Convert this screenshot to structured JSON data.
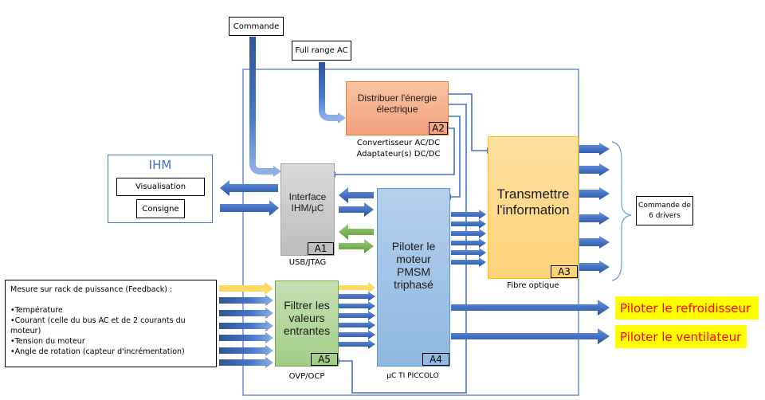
{
  "inputs": {
    "commande": "Commande",
    "full_range_ac": "Full range AC"
  },
  "ihm": {
    "title": "IHM",
    "visualisation": "Visualisation",
    "consigne": "Consigne"
  },
  "blocks": {
    "a1": {
      "label": "Interface IHM/µC",
      "id": "A1",
      "caption": "USB/JTAG",
      "color": "#c9c9c9"
    },
    "a2": {
      "label": "Distribuer l'énergie électrique",
      "id": "A2",
      "caption_line1": "Convertisseur AC/DC",
      "caption_line2": "Adaptateur(s) DC/DC",
      "color": "#f4b183"
    },
    "a3": {
      "label": "Transmettre l'information",
      "id": "A3",
      "caption": "Fibre optique",
      "color": "#ffd98a"
    },
    "a4": {
      "label": "Piloter le moteur PMSM triphasé",
      "id": "A4",
      "caption": "µC TI PICCOLO",
      "color": "#9dc3e6"
    },
    "a5": {
      "label": "Filtrer les valeurs entrantes",
      "id": "A5",
      "caption": "OVP/OCP",
      "color": "#a9d18e"
    }
  },
  "feedback": {
    "title": "Mesure sur rack de puissance (Feedback) :",
    "items": [
      "Température",
      "Courant (celle du bus AC et de 2 courants du moteur)",
      "Tension du moteur",
      "Angle de rotation (capteur d'incrémentation)"
    ],
    "bullet": "•"
  },
  "outputs": {
    "drivers": "Commande de 6 drivers",
    "refroidisseur": "Piloter le refroidisseur",
    "ventilateur": "Piloter le ventilateur"
  },
  "colors": {
    "arrow_blue": "#4472c4",
    "arrow_green": "#70ad47",
    "arrow_yellow": "#ffd966",
    "frame_blue": "#4472c4",
    "highlight_bg": "#ffff00",
    "highlight_text": "#ff0000"
  }
}
